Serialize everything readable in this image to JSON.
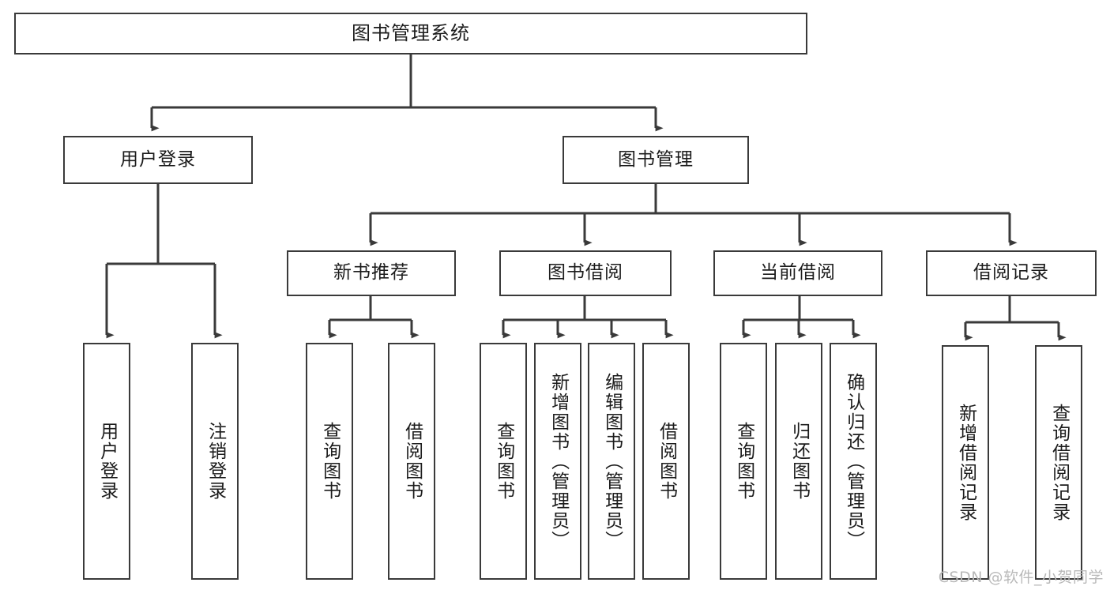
{
  "diagram": {
    "title": "图书管理系统",
    "type": "tree",
    "orientation": "top-down",
    "colors": {
      "box_border": "#3a3a3a",
      "box_fill": "#ffffff",
      "connector": "#3a3a3a",
      "text": "#1c1c1c",
      "watermark": "#b9b9b9",
      "background": "#ffffff"
    },
    "root": {
      "label": "图书管理系统"
    },
    "level2": [
      {
        "label": "用户登录"
      },
      {
        "label": "图书管理"
      }
    ],
    "level3": [
      {
        "label": "新书推荐"
      },
      {
        "label": "图书借阅"
      },
      {
        "label": "当前借阅"
      },
      {
        "label": "借阅记录"
      }
    ],
    "leaves": {
      "user_login": [
        {
          "label": "用户登录"
        },
        {
          "label": "注销登录"
        }
      ],
      "new_book_recommend": [
        {
          "label": "查询图书"
        },
        {
          "label": "借阅图书"
        }
      ],
      "book_borrow": [
        {
          "label": "查询图书"
        },
        {
          "label": "新增图书（管理员）"
        },
        {
          "label": "编辑图书（管理员）"
        },
        {
          "label": "借阅图书"
        }
      ],
      "current_borrow": [
        {
          "label": "查询图书"
        },
        {
          "label": "归还图书"
        },
        {
          "label": "确认归还（管理员）"
        }
      ],
      "borrow_record": [
        {
          "label": "新增借阅记录"
        },
        {
          "label": "查询借阅记录"
        }
      ]
    },
    "watermark": "CSDN @软件_小贺同学"
  }
}
